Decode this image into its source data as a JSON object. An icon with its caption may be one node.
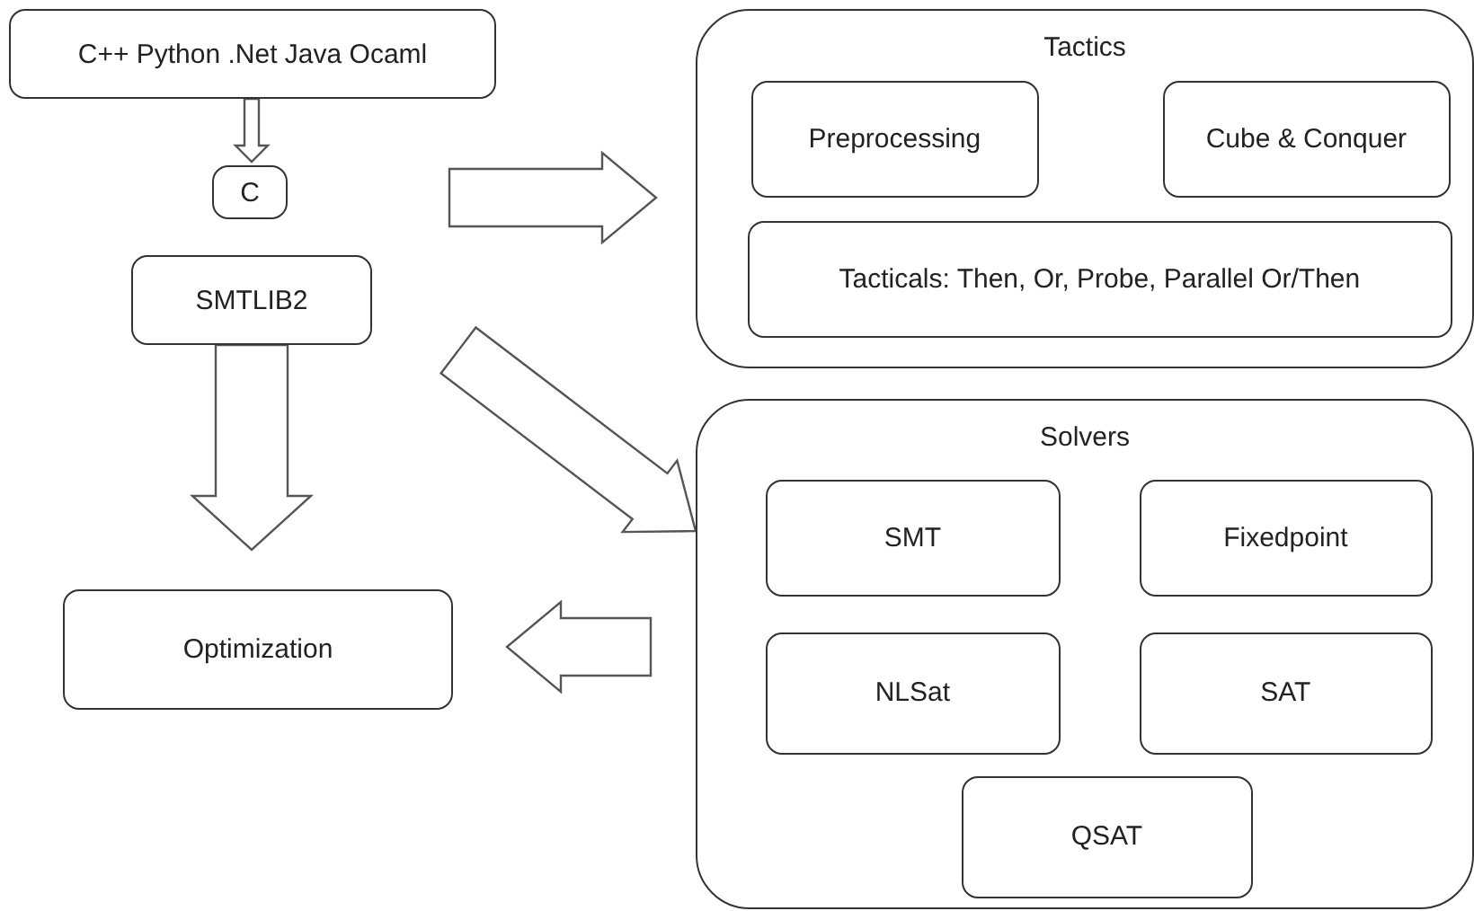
{
  "diagram": {
    "nodes": [
      {
        "text": [
          "C++ Python .Net Java Ocaml"
        ]
      },
      {
        "text": [
          "C"
        ]
      },
      {
        "text": [
          "SMTLIB2"
        ]
      },
      {
        "text": [
          "Optimization"
        ]
      },
      {
        "text": [
          "Tactics"
        ]
      },
      {
        "text": [
          "Preprocessing"
        ],
        "in": 4
      },
      {
        "text": [
          "Cube & Conquer"
        ],
        "in": 4
      },
      {
        "text": [
          "Tacticals: Then, Or, Probe, Parallel Or/Then"
        ],
        "in": 4
      },
      {
        "text": [
          "Solvers"
        ]
      },
      {
        "text": [
          "SMT"
        ],
        "in": 8
      },
      {
        "text": [
          "Fixedpoint"
        ],
        "in": 8
      },
      {
        "text": [
          "NLSat"
        ],
        "in": 8
      },
      {
        "text": [
          "SAT"
        ],
        "in": 8
      },
      {
        "text": [
          "QSAT"
        ],
        "in": 8
      }
    ],
    "edges": [
      {
        "from": 0,
        "to": 1,
        "arrow": "to"
      },
      {
        "from": 2,
        "to": 3,
        "arrow": "to"
      },
      {
        "from": null,
        "to": 4,
        "arrow": "to"
      },
      {
        "from": null,
        "to": 8,
        "arrow": "to"
      },
      {
        "from": 8,
        "to": 3,
        "arrow": "to"
      }
    ]
  }
}
